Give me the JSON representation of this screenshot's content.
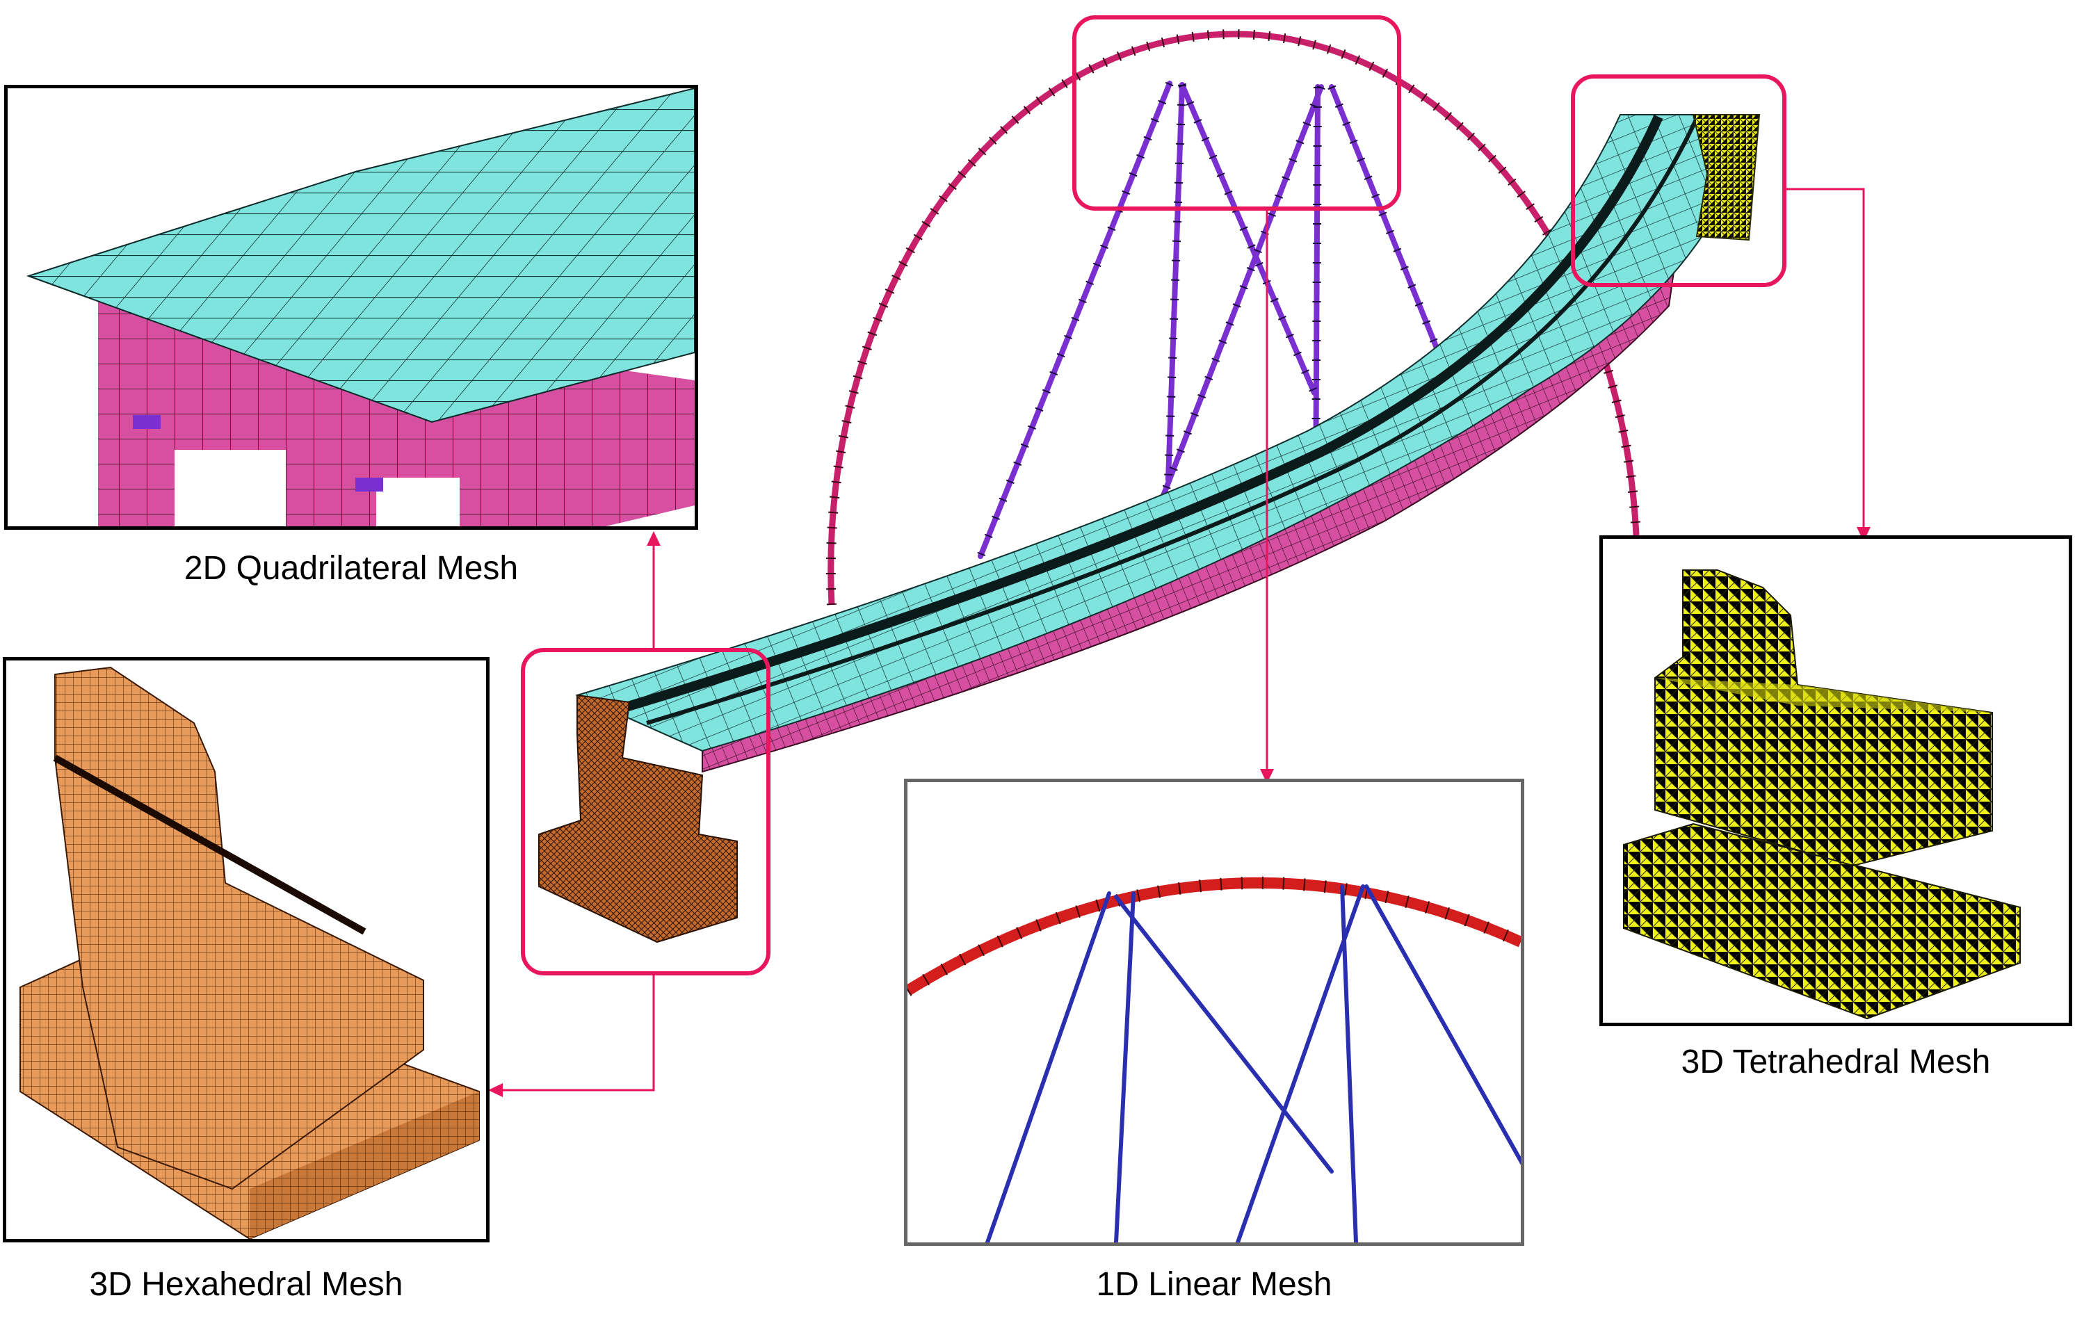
{
  "captions": {
    "quad": "2D Quadrilateral Mesh",
    "hex": "3D Hexahedral Mesh",
    "linear": "1D Linear Mesh",
    "tet": "3D Tetrahedral Mesh"
  },
  "colors": {
    "highlight": "#e8175d",
    "deck": "#7fe3de",
    "girder": "#d64fa0",
    "arch": "#c8206a",
    "cable": "#7a2fd0",
    "hex": "#e89a5a",
    "tet": "#eef01a",
    "arch_detail": "#d41e1e",
    "cable_detail": "#2a2fb0"
  }
}
